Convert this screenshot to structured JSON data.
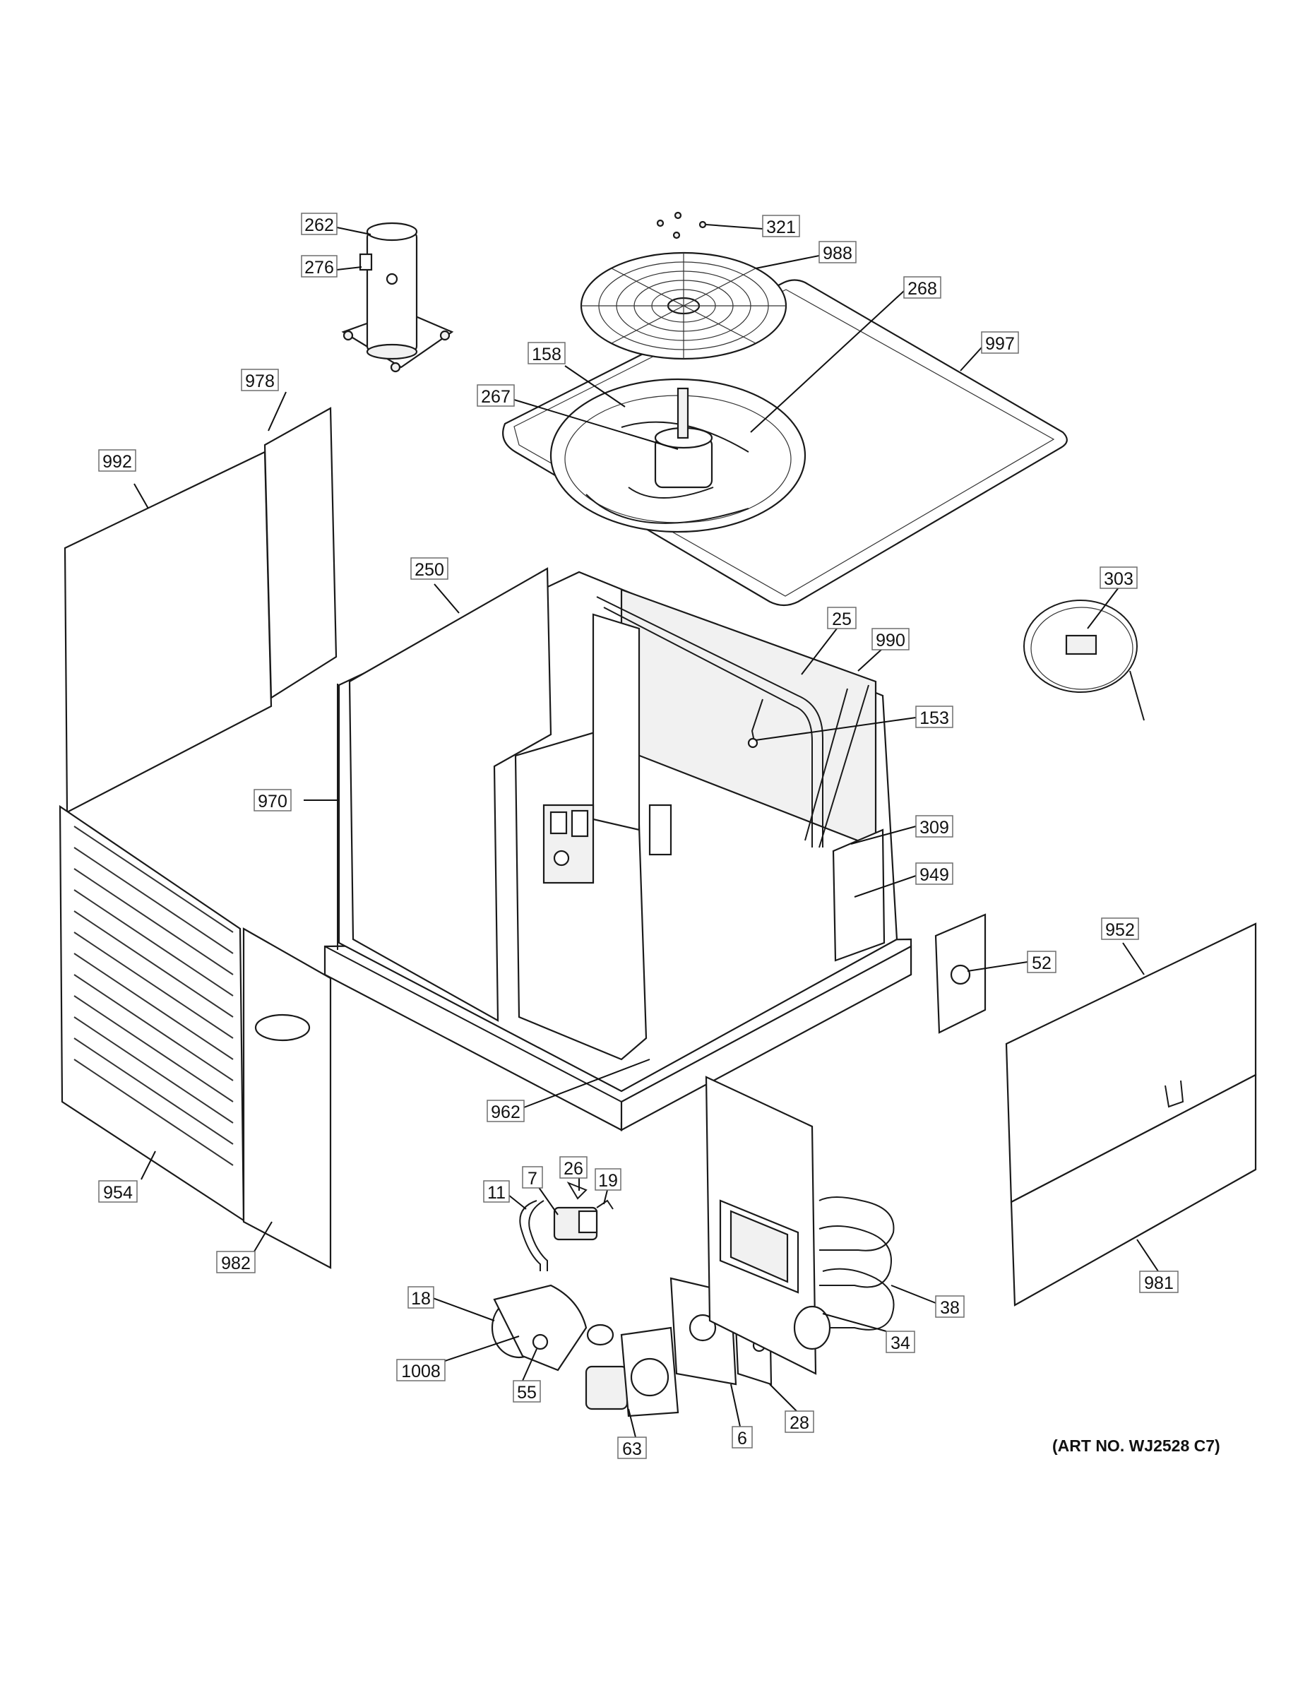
{
  "diagram": {
    "art_number": "(ART NO. WJ2528 C7)",
    "callouts": {
      "p262": "262",
      "p276": "276",
      "p321": "321",
      "p988": "988",
      "p268": "268",
      "p997": "997",
      "p978": "978",
      "p158": "158",
      "p992": "992",
      "p267": "267",
      "p250": "250",
      "p303": "303",
      "p25": "25",
      "p990": "990",
      "p153": "153",
      "p970": "970",
      "p309": "309",
      "p949": "949",
      "p952": "952",
      "p52": "52",
      "p962": "962",
      "p26": "26",
      "p7": "7",
      "p19": "19",
      "p11": "11",
      "p954": "954",
      "p982": "982",
      "p38": "38",
      "p981": "981",
      "p18": "18",
      "p34": "34",
      "p1008": "1008",
      "p55": "55",
      "p28": "28",
      "p6": "6",
      "p63": "63"
    }
  }
}
